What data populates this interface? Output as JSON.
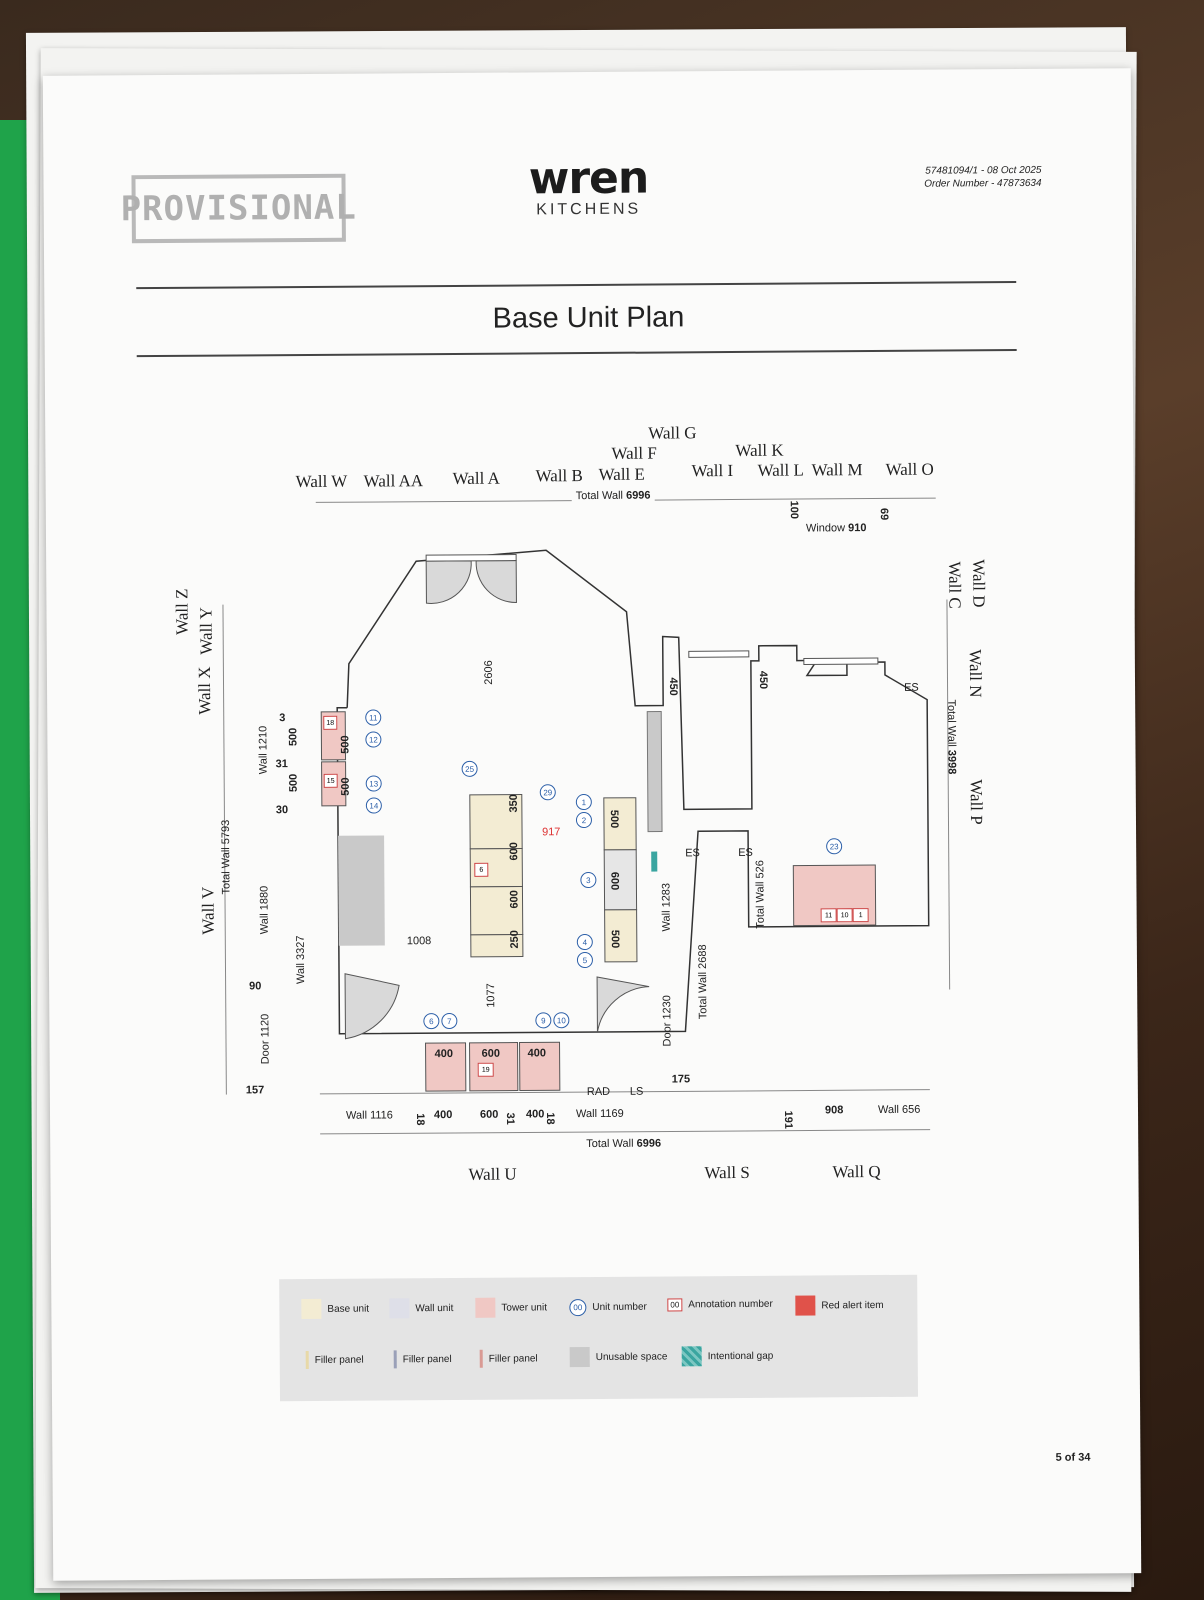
{
  "document": {
    "stamp": "PROVISIONAL",
    "brand_name": "wren",
    "brand_sub": "KITCHENS",
    "reference": "57481094/1 - 08 Oct 2025",
    "order_number": "Order Number - 47873634",
    "title": "Base Unit Plan",
    "page_number": "5 of 34"
  },
  "walls": {
    "g": "Wall G",
    "f": "Wall F",
    "k": "Wall K",
    "w": "Wall W",
    "aa": "Wall AA",
    "a": "Wall A",
    "b": "Wall B",
    "e": "Wall E",
    "i": "Wall I",
    "l": "Wall L",
    "m": "Wall M",
    "o": "Wall O",
    "z": "Wall Z",
    "x": "Wall X",
    "y": "Wall Y",
    "v": "Wall V",
    "c": "Wall C",
    "d": "Wall D",
    "n": "Wall N",
    "p": "Wall P",
    "u": "Wall U",
    "s": "Wall S",
    "q": "Wall Q"
  },
  "dimensions": {
    "total_top_label": "Total Wall",
    "total_top_value": "6996",
    "total_bottom_label": "Total Wall",
    "total_bottom_value": "6996",
    "total_left_label": "Total Wall 5793",
    "total_right_label": "Total Wall",
    "total_right_value": "3998",
    "wall_1210": "Wall 1210",
    "wall_1880": "Wall 1880",
    "wall_3327": "Wall 3327",
    "door_1120": "Door 1120",
    "n90": "90",
    "n157": "157",
    "n3": "3",
    "n500a": "500",
    "n31": "31",
    "n500b": "500",
    "n30": "30",
    "window_100": "100",
    "window_label": "Window",
    "window_value": "910",
    "window_69": "69",
    "d2606": "2606",
    "d1008": "1008",
    "d1077": "1077",
    "d917": "917",
    "d450": "450",
    "d450b": "450",
    "wall_1283": "Wall 1283",
    "door_1230": "Door 1230",
    "total_2688": "Total Wall 2688",
    "total_526": "Total Wall 526",
    "d175": "175",
    "wall_1116": "Wall 1116",
    "b400a": "400",
    "b600": "600",
    "b400b": "400",
    "b18a": "18",
    "b31": "31",
    "b18b": "18",
    "wall_1169": "Wall 1169",
    "d191": "191",
    "d908": "908",
    "wall_656": "Wall 656",
    "rad": "RAD",
    "ls": "LS",
    "es": "ES"
  },
  "units": {
    "island_350": "350",
    "island_600a": "600",
    "island_600b": "600",
    "island_250": "250",
    "cab_400a": "400",
    "cab_600": "600",
    "cab_400b": "400",
    "right_500a": "500",
    "right_600": "600",
    "right_500b": "500",
    "left_500a": "500",
    "left_500b": "500",
    "numbers": [
      "1",
      "2",
      "3",
      "4",
      "5",
      "6",
      "7",
      "9",
      "10",
      "11",
      "12",
      "13",
      "14",
      "23",
      "25",
      "29"
    ],
    "annotations": [
      "18",
      "19",
      "11",
      "10",
      "1",
      "15",
      "6"
    ]
  },
  "legend": {
    "base_unit": "Base unit",
    "wall_unit": "Wall unit",
    "tower_unit": "Tower unit",
    "unit_number_badge": "00",
    "unit_number": "Unit number",
    "annotation_badge": "00",
    "annotation_number": "Annotation number",
    "red_alert": "Red alert item",
    "filler_a": "Filler panel",
    "filler_b": "Filler panel",
    "filler_c": "Filler panel",
    "unusable": "Unusable space",
    "gap": "Intentional gap",
    "colors": {
      "base": "#f3ecd3",
      "wall": "#dedfe8",
      "tower": "#f0c8c4",
      "red": "#e0524a",
      "unusable": "#c9c9c9",
      "gap": "#3aa5a0",
      "unit_blue": "#2c5fa8"
    }
  }
}
